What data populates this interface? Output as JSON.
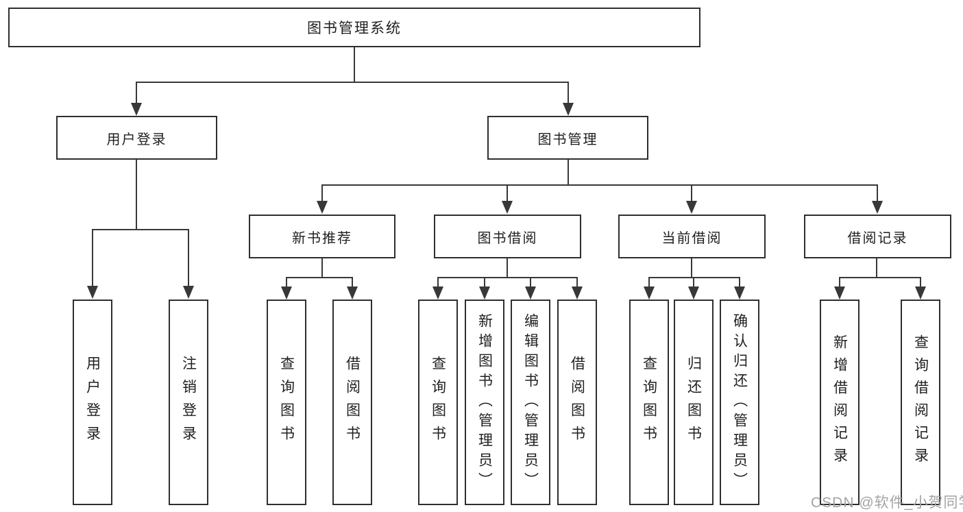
{
  "diagram": {
    "root_label": "图书管理系统",
    "user_branch": {
      "label": "用户登录",
      "children": [
        "用户登录",
        "注销登录"
      ]
    },
    "book_branch": {
      "label": "图书管理",
      "sections": [
        {
          "label": "新书推荐",
          "children": [
            "查询图书",
            "借阅图书"
          ]
        },
        {
          "label": "图书借阅",
          "children": [
            "查询图书",
            "新增图书（管理员）",
            "编辑图书（管理员）",
            "借阅图书"
          ]
        },
        {
          "label": "当前借阅",
          "children": [
            "查询图书",
            "归还图书",
            "确认归还（管理员）"
          ]
        },
        {
          "label": "借阅记录",
          "children": [
            "新增借阅记录",
            "查询借阅记录"
          ]
        }
      ]
    }
  },
  "watermark": {
    "text": "CSDN @软件_小贺同学"
  },
  "colors": {
    "line": "#383838",
    "border": "#2e2e2e",
    "text": "#1f1f1f",
    "background": "#ffffff",
    "watermark": "#a3a3a3"
  }
}
